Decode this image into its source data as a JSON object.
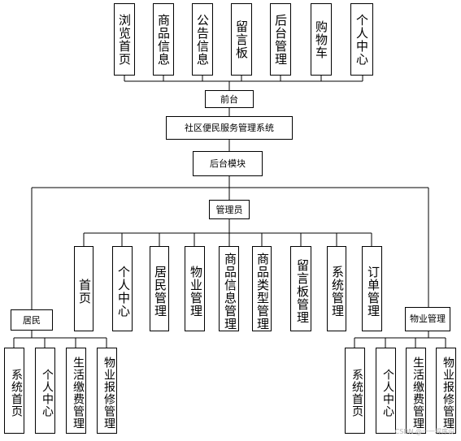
{
  "frontend_modules": [
    "浏览首页",
    "商品信息",
    "公告信息",
    "留言板",
    "后台管理",
    "购物车",
    "个人中心"
  ],
  "frontend_label": "前台",
  "system_label": "社区便民服务管理系统",
  "backend_label": "后台模块",
  "admin_label": "管理员",
  "admin_modules": [
    "首页",
    "个人中心",
    "居民管理",
    "物业管理",
    "商品信息管理",
    "商品类型管理",
    "留言板管理",
    "系统管理",
    "订单管理"
  ],
  "resident_label": "居民",
  "resident_modules": [
    "系统首页",
    "个人中心",
    "生活缴费管理",
    "物业报修管理"
  ],
  "property_label": "物业管理",
  "property_modules": [
    "系统首页",
    "个人中心",
    "生活缴费管理",
    "物业报修管理"
  ],
  "watermark": "CSDN @一一程序设"
}
